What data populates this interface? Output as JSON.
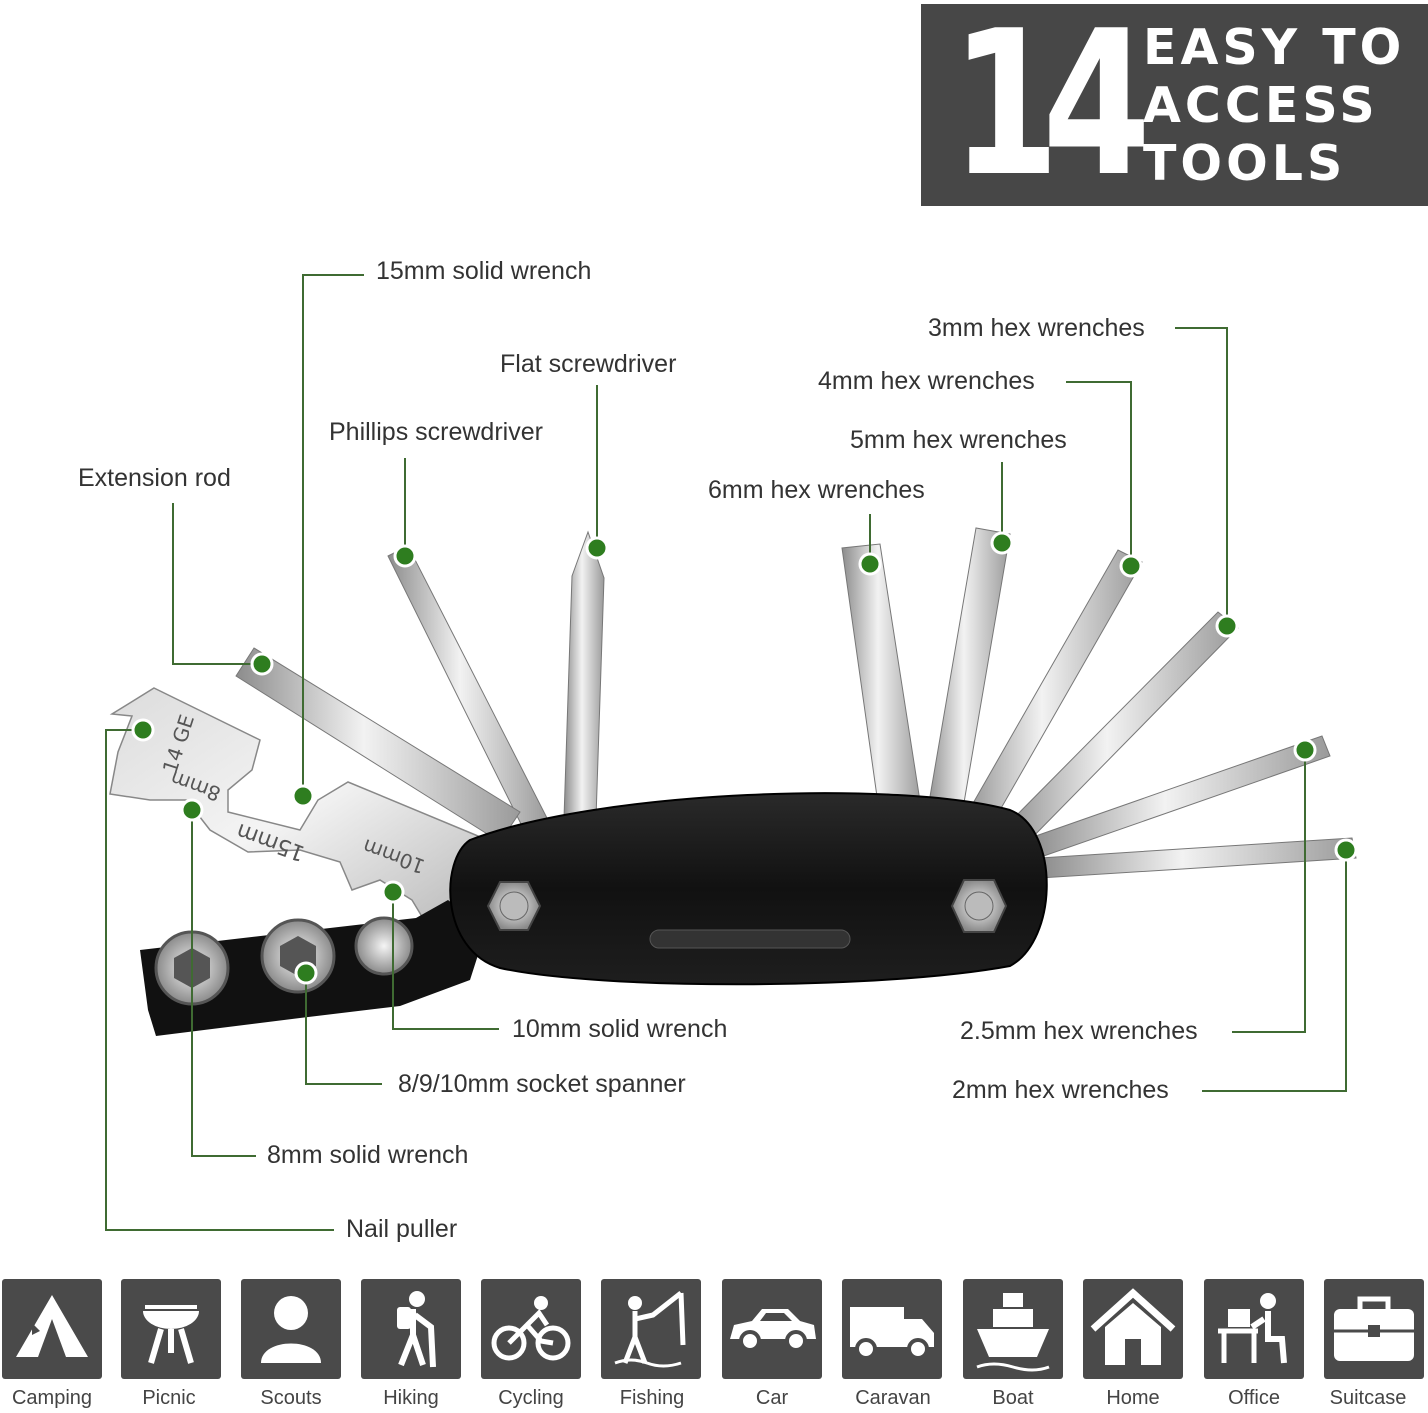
{
  "banner": {
    "number": "14",
    "line1": "EASY  TO",
    "line2": "ACCESS",
    "line3": "TOOLS"
  },
  "labels": {
    "wrench15": "15mm solid wrench",
    "flat": "Flat screwdriver",
    "phillips": "Phillips screwdriver",
    "extension": "Extension rod",
    "hex3": "3mm hex wrenches",
    "hex4": "4mm hex wrenches",
    "hex5": "5mm hex wrenches",
    "hex6": "6mm hex wrenches",
    "wrench10": "10mm solid wrench",
    "socket": "8/9/10mm socket spanner",
    "wrench8": "8mm solid wrench",
    "nail": "Nail puller",
    "hex25": "2.5mm hex wrenches",
    "hex2": "2mm hex wrenches"
  },
  "engraving": {
    "gauge": "14 GE",
    "m8": "8mm",
    "m15": "15mm",
    "m10": "10mm"
  },
  "colors": {
    "banner": "#474747",
    "dot": "#2e7d1f",
    "tile": "#4a4a4a",
    "leader": "#3f6b32"
  },
  "uses": [
    {
      "label": "Camping",
      "icon": "tent-icon"
    },
    {
      "label": "Picnic",
      "icon": "grill-icon"
    },
    {
      "label": "Scouts",
      "icon": "person-icon"
    },
    {
      "label": "Hiking",
      "icon": "hiker-icon"
    },
    {
      "label": "Cycling",
      "icon": "cyclist-icon"
    },
    {
      "label": "Fishing",
      "icon": "fisherman-icon"
    },
    {
      "label": "Car",
      "icon": "car-icon"
    },
    {
      "label": "Caravan",
      "icon": "van-icon"
    },
    {
      "label": "Boat",
      "icon": "boat-icon"
    },
    {
      "label": "Home",
      "icon": "house-icon"
    },
    {
      "label": "Office",
      "icon": "office-worker-icon"
    },
    {
      "label": "Suitcase",
      "icon": "suitcase-icon"
    }
  ]
}
